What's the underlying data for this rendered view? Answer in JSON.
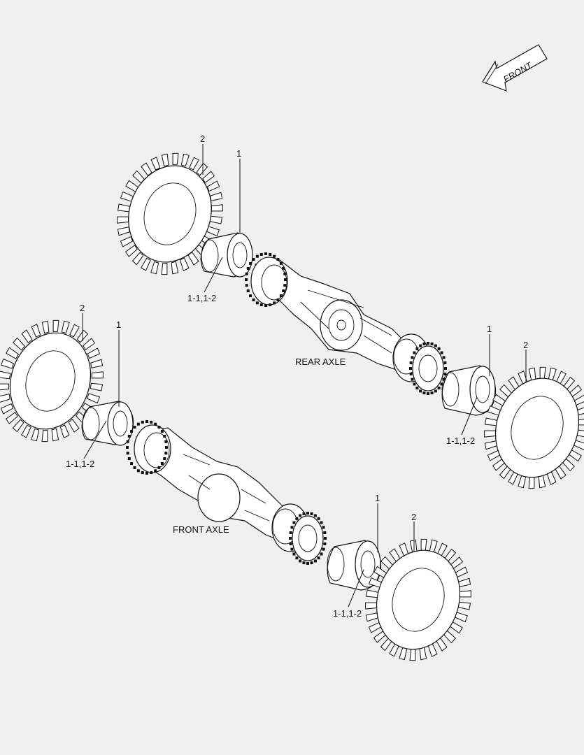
{
  "direction": {
    "label": "FRONT"
  },
  "axles": {
    "rear": {
      "label": "REAR AXLE"
    },
    "front": {
      "label": "FRONT AXLE"
    }
  },
  "callouts": {
    "rear_left_tire": "2",
    "rear_left_rim": "1",
    "rear_left_rim_sub": "1-1,1-2",
    "rear_right_rim": "1",
    "rear_right_tire": "2",
    "rear_right_rim_sub": "1-1,1-2",
    "front_left_tire": "2",
    "front_left_rim": "1",
    "front_left_rim_sub": "1-1,1-2",
    "front_right_rim": "1",
    "front_right_tire": "2",
    "front_right_rim_sub": "1-1,1-2"
  }
}
